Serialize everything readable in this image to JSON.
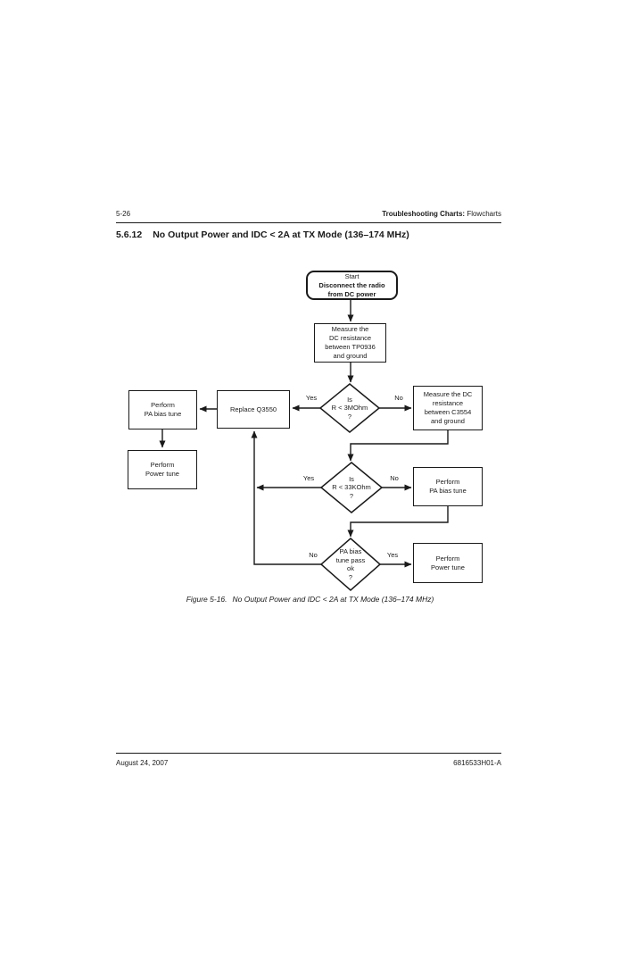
{
  "header": {
    "page_number": "5-26",
    "section_bold": "Troubleshooting Charts:",
    "section_regular": "Flowcharts"
  },
  "section": {
    "number": "5.6.12",
    "title": "No Output Power and IDC < 2A at TX Mode (136–174 MHz)"
  },
  "flowchart": {
    "start_label": "Start",
    "start_action": "Disconnect the radio\nfrom DC power",
    "measure_tp0936": "Measure the\nDC resistance\nbetween TP0936\nand ground",
    "decision_3mohm": "Is\nR < 3MOhm\n?",
    "replace_q3550": "Replace Q3550",
    "pa_bias_left": "Perform\nPA bias tune",
    "power_tune_left": "Perform\nPower tune",
    "measure_c3554": "Measure the DC\nresistance\nbetween C3554\nand ground",
    "decision_33kohm": "Is\nR < 33KOhm\n?",
    "pa_bias_right": "Perform\nPA bias tune",
    "decision_pa_bias": "PA bias\ntune pass\nok\n?",
    "power_tune_right": "Perform\nPower tune",
    "labels": {
      "yes1": "Yes",
      "no1": "No",
      "yes2": "Yes",
      "no2": "No",
      "no3": "No",
      "yes3": "Yes"
    }
  },
  "caption": {
    "figure_label": "Figure 5-16.",
    "figure_text": "No Output Power and IDC < 2A at TX Mode (136–174 MHz)"
  },
  "footer": {
    "date": "August 24, 2007",
    "doc_number": "6816533H01-A"
  },
  "colors": {
    "ink": "#1a1a1a",
    "paper": "#ffffff"
  }
}
